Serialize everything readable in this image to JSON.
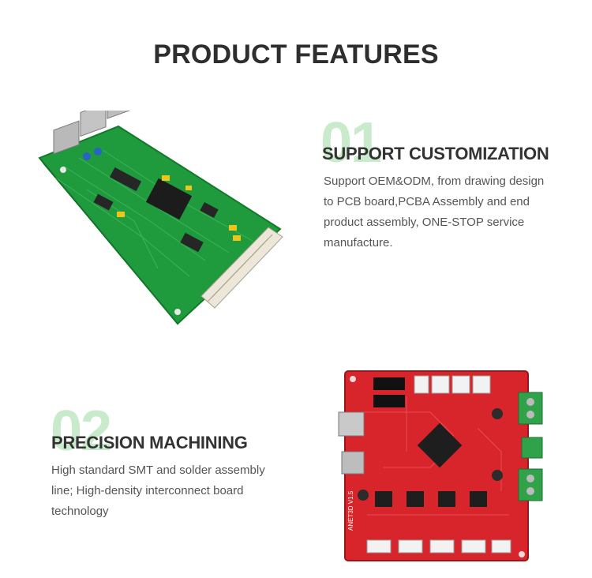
{
  "heading": "PRODUCT FEATURES",
  "features": [
    {
      "number": "01",
      "title": "SUPPORT CUSTOMIZATION",
      "description": "Support OEM&ODM, from drawing design to PCB board,PCBA Assembly and end product assembly, ONE-STOP service manufacture."
    },
    {
      "number": "02",
      "title": "PRECISION MACHINING",
      "description": "High standard SMT and solder assembly line; High-density interconnect board technology"
    }
  ],
  "images": {
    "board1": "green-circuit-board",
    "board2": "red-controller-board",
    "board2_silk": "ANET3D V1.5"
  },
  "colors": {
    "number_tint": "#c9ebcb",
    "green_pcb": "#1f9a3c",
    "red_pcb": "#d8252b"
  }
}
